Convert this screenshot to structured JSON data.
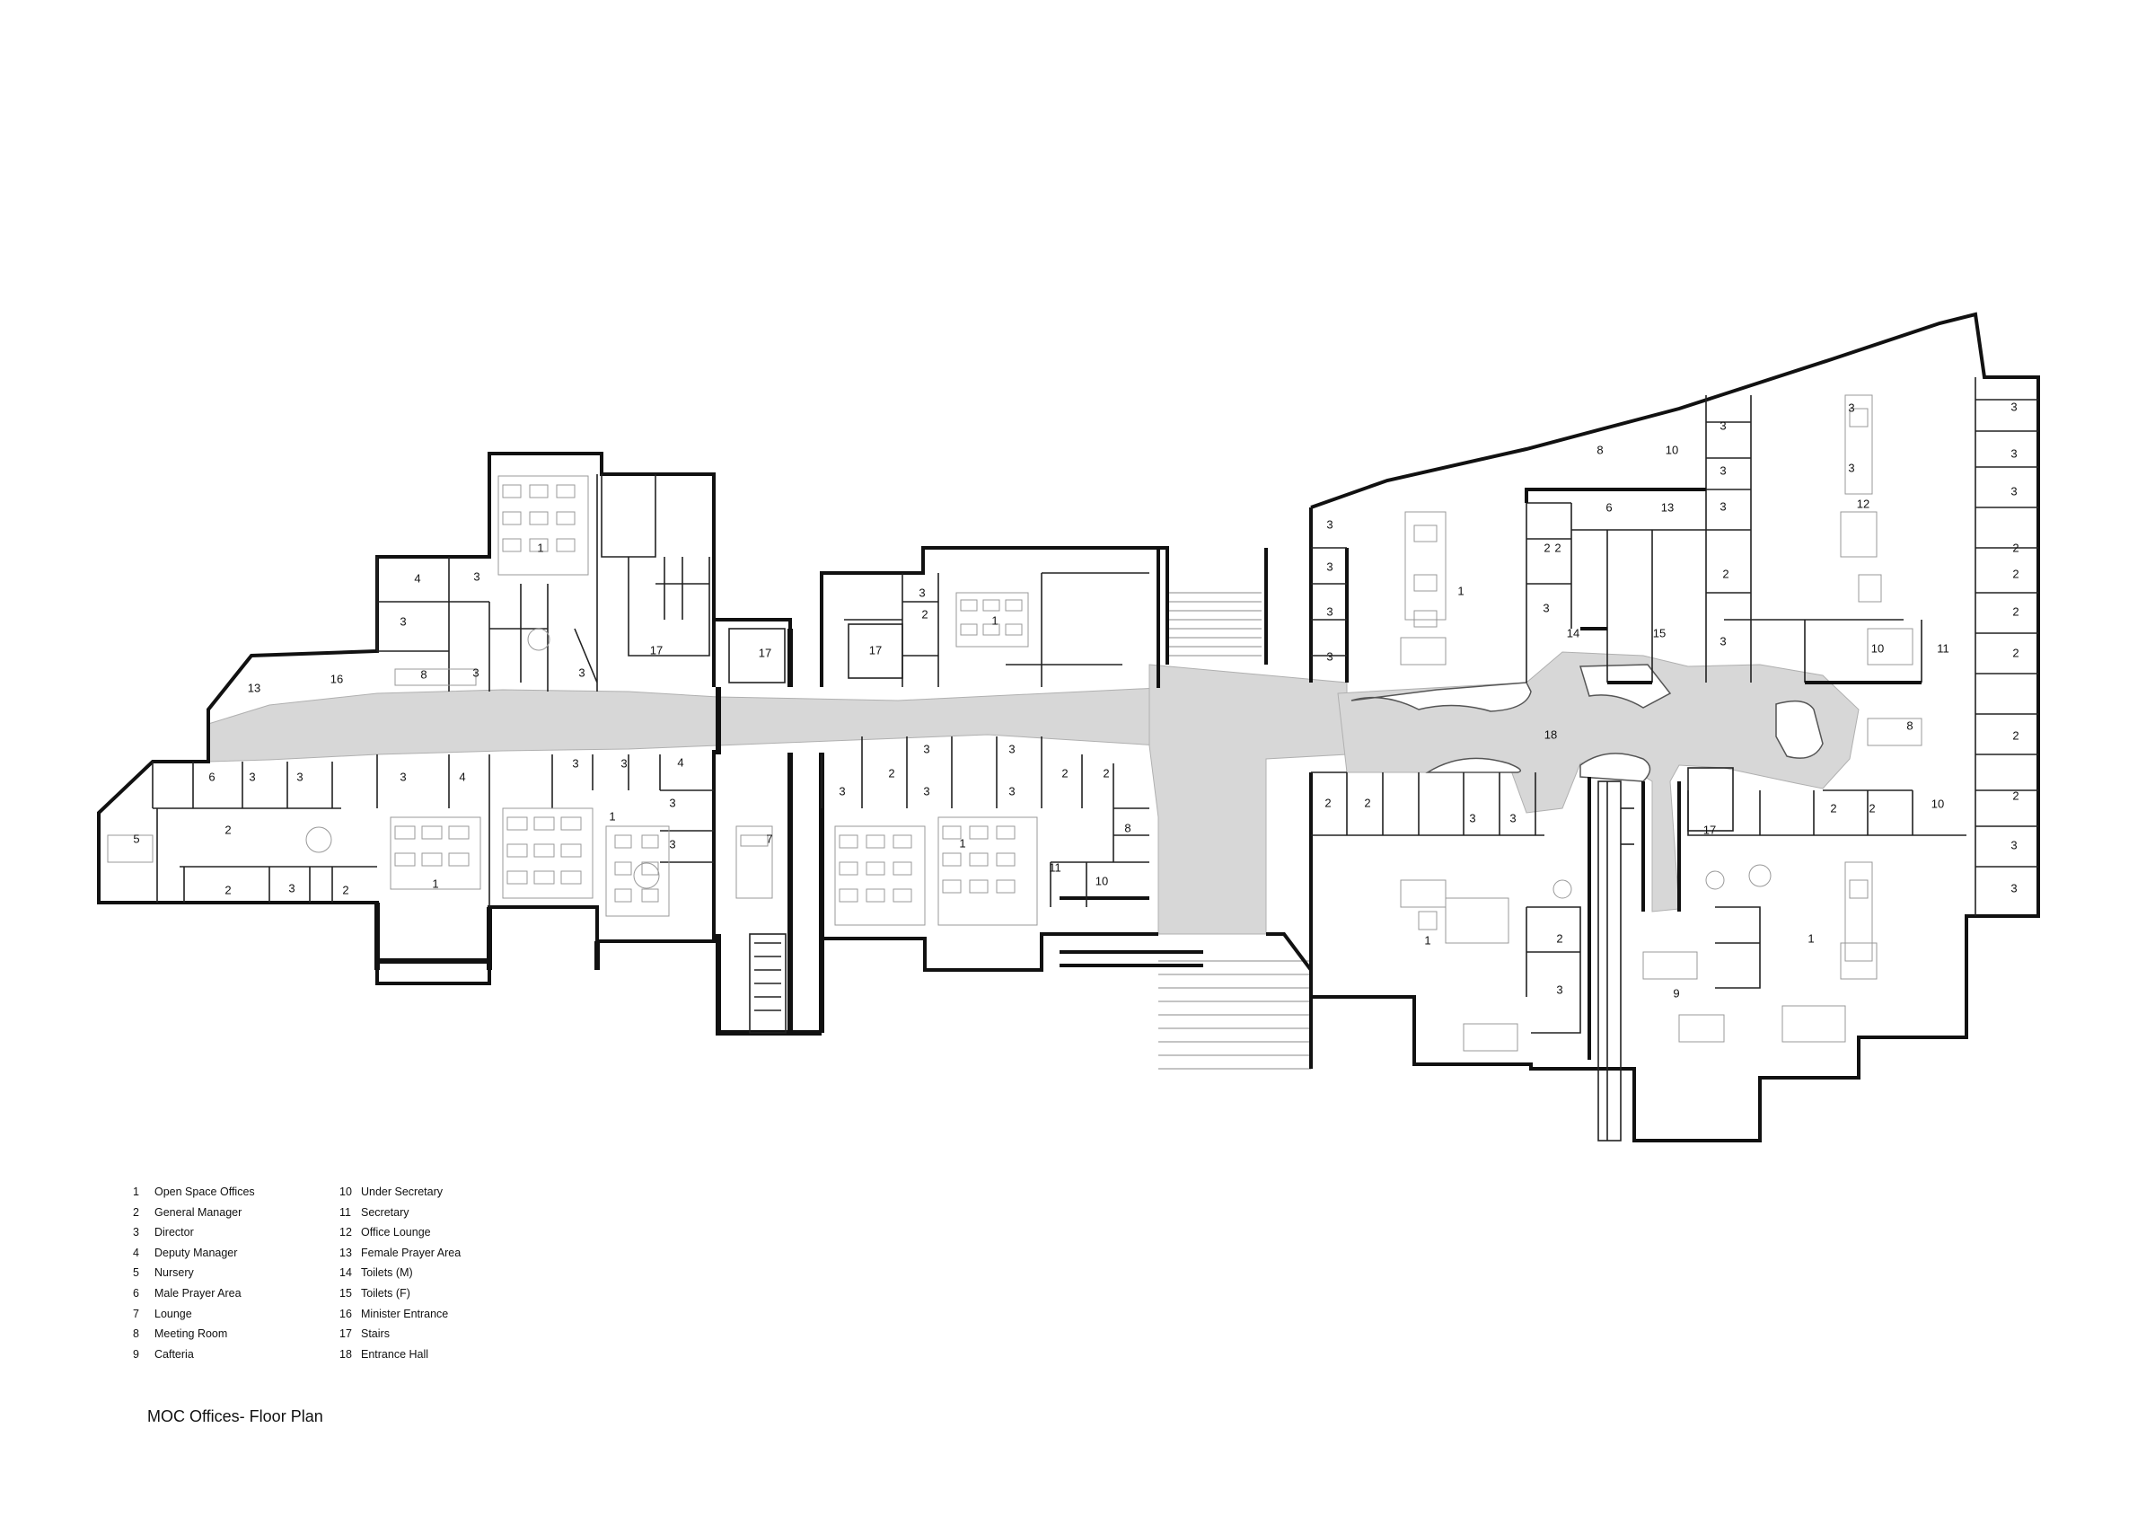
{
  "title": "MOC Offices- Floor Plan",
  "legend": {
    "col1": [
      {
        "num": "1",
        "label": "Open Space Offices"
      },
      {
        "num": "2",
        "label": "General Manager"
      },
      {
        "num": "3",
        "label": "Director"
      },
      {
        "num": "4",
        "label": "Deputy Manager"
      },
      {
        "num": "5",
        "label": "Nursery"
      },
      {
        "num": "6",
        "label": "Male Prayer Area"
      },
      {
        "num": "7",
        "label": "Lounge"
      },
      {
        "num": "8",
        "label": "Meeting Room"
      },
      {
        "num": "9",
        "label": "Cafteria"
      }
    ],
    "col2": [
      {
        "num": "10",
        "label": "Under Secretary"
      },
      {
        "num": "11",
        "label": "Secretary"
      },
      {
        "num": "12",
        "label": "Office Lounge"
      },
      {
        "num": "13",
        "label": "Female Prayer Area"
      },
      {
        "num": "14",
        "label": "Toilets (M)"
      },
      {
        "num": "15",
        "label": "Toilets (F)"
      },
      {
        "num": "16",
        "label": "Minister Entrance"
      },
      {
        "num": "17",
        "label": "Stairs"
      },
      {
        "num": "18",
        "label": "Entrance Hall"
      }
    ]
  },
  "room_labels": {
    "r1": "1",
    "r2": "1",
    "r3": "1",
    "r4": "1",
    "r5": "1",
    "r6": "1",
    "r7": "1",
    "r8": "1",
    "d1": "3",
    "d2": "3",
    "d3": "3",
    "d4": "3",
    "d5": "3",
    "d6": "3",
    "d7": "3",
    "d8": "3",
    "d9": "3",
    "d10": "3",
    "d11": "3",
    "d12": "3",
    "d13": "3",
    "d14": "3",
    "d15": "3",
    "d16": "3",
    "d17": "3",
    "d18": "3",
    "d19": "3",
    "d20": "3",
    "d21": "3",
    "d22": "3",
    "d23": "3",
    "d24": "3",
    "d25": "3",
    "d26": "3",
    "d27": "3",
    "d28": "3",
    "d29": "3",
    "d30": "3",
    "d31": "3",
    "d32": "3",
    "d33": "3",
    "d34": "3",
    "d35": "3",
    "d36": "3",
    "d37": "3",
    "g1": "2",
    "g2": "2",
    "g3": "2",
    "g4": "2",
    "g5": "2",
    "g6": "2",
    "g7": "2",
    "g8": "2",
    "g9": "2",
    "g10": "2",
    "g11": "2",
    "g12": "2",
    "g13": "2",
    "g14": "2",
    "g15": "2",
    "g16": "2",
    "g17": "2",
    "g18": "2",
    "g19": "2",
    "g20": "2",
    "g21": "2",
    "m1": "4",
    "m2": "4",
    "m3": "4",
    "n1": "5",
    "p1": "6",
    "p2": "6",
    "l1": "7",
    "mr1": "8",
    "mr2": "8",
    "mr3": "8",
    "mr4": "8",
    "c1": "9",
    "u1": "10",
    "u2": "10",
    "u3": "10",
    "u4": "10",
    "s1": "11",
    "s2": "11",
    "ol1": "12",
    "f1": "13",
    "f2": "13",
    "tm": "14",
    "tf": "15",
    "me": "16",
    "st1": "17",
    "st2": "17",
    "st3": "17",
    "st4": "17",
    "eh": "18"
  }
}
